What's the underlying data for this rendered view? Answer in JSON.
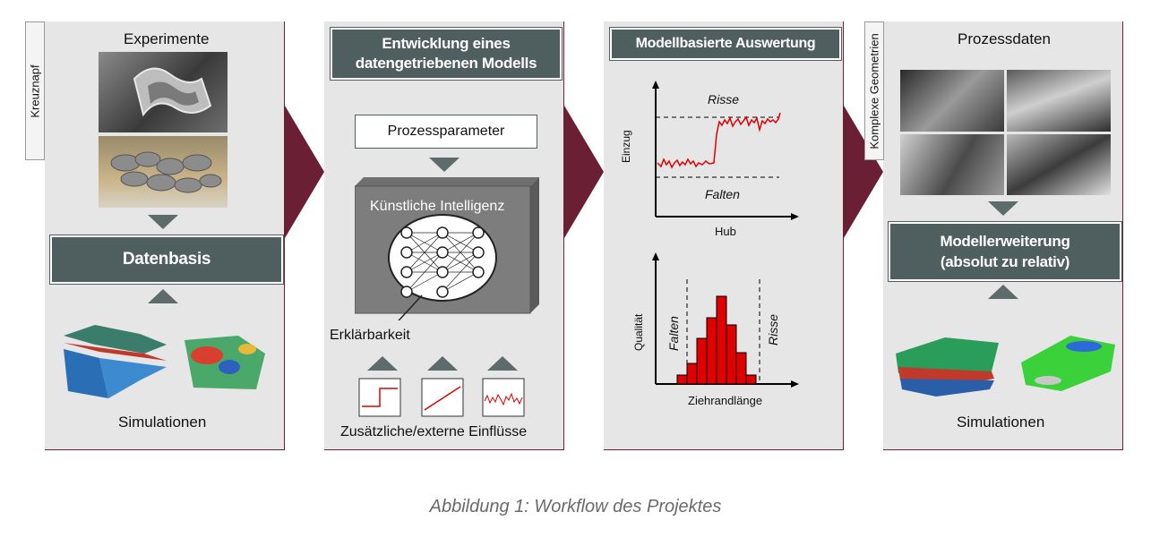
{
  "panel1": {
    "side_tab": "Kreuznapf",
    "title": "Experimente",
    "box": "Datenbasis",
    "bottom": "Simulationen"
  },
  "panel2": {
    "header": "Entwicklung eines datengetriebenen Modells",
    "header_line1": "Entwicklung eines",
    "header_line2": "datengetriebenen Modells",
    "param_box": "Prozessparameter",
    "ai_label": "Künstliche Intelligenz",
    "explain_label": "Erklärbarkeit",
    "footer": "Zusätzliche/externe Einflüsse"
  },
  "panel3": {
    "header": "Modellbasierte Auswertung",
    "chart1": {
      "top_label": "Risse",
      "bottom_label": "Falten",
      "ylabel": "Einzug",
      "xlabel": "Hub"
    },
    "chart2": {
      "left_label": "Falten",
      "right_label": "Risse",
      "ylabel": "Qualität",
      "xlabel": "Ziehrandlänge"
    }
  },
  "panel4": {
    "side_tab": "Komplexe Geometrien",
    "title": "Prozessdaten",
    "box_line1": "Modellerweiterung",
    "box_line2": "(absolut zu relativ)",
    "bottom": "Simulationen"
  },
  "caption": "Abbildung 1: Workflow des Projektes",
  "colors": {
    "accent": "#6b1f35",
    "box": "#4f5e5e",
    "panel": "#e6e6e6",
    "chart_red": "#e00000"
  }
}
